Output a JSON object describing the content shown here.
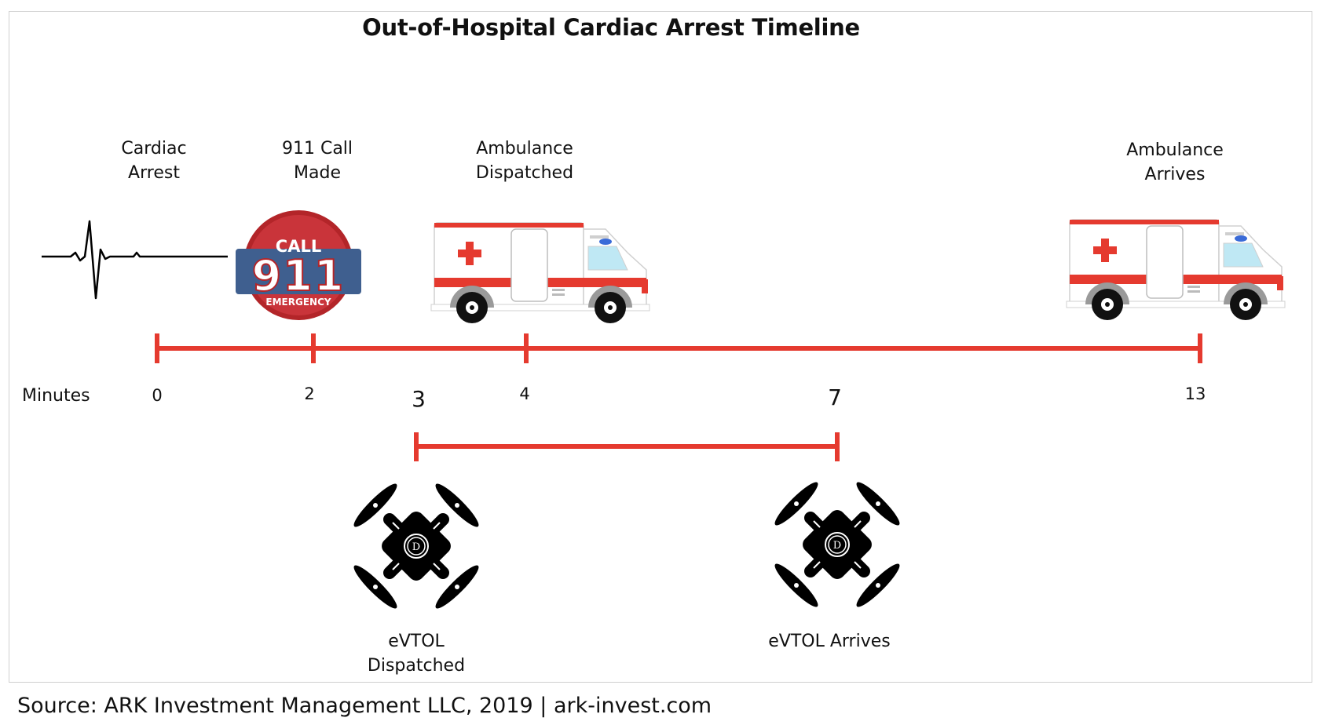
{
  "title": "Out-of-Hospital Cardiac Arrest Timeline",
  "axis_label": "Minutes",
  "events": [
    {
      "id": "cardiac-arrest",
      "line1": "Cardiac",
      "line2": "Arrest",
      "minute": "0",
      "icon": "ecg-heartbeat-icon"
    },
    {
      "id": "call-911",
      "line1": "911 Call",
      "line2": "Made",
      "minute": "2",
      "icon": "call-911-emergency-badge"
    },
    {
      "id": "ambulance-dispatched",
      "line1": "Ambulance",
      "line2": "Dispatched",
      "minute": "4",
      "icon": "ambulance-icon"
    },
    {
      "id": "ambulance-arrives",
      "line1": "Ambulance",
      "line2": "Arrives",
      "minute": "13",
      "icon": "ambulance-icon"
    }
  ],
  "evtol_events": [
    {
      "id": "evtol-dispatched",
      "line1": "eVTOL",
      "line2": "Dispatched",
      "minute": "3",
      "icon": "drone-icon"
    },
    {
      "id": "evtol-arrives",
      "line1": "eVTOL Arrives",
      "line2": "",
      "minute": "7",
      "icon": "drone-icon"
    }
  ],
  "badge": {
    "top": "CALL",
    "number": "911",
    "bottom": "EMERGENCY"
  },
  "drone_badge_letter": "D",
  "colors": {
    "timeline": "#e53a2f",
    "ambulance_stripe": "#e53a2f",
    "badge_red": "#c0282d",
    "badge_blue": "#3f5f8f"
  },
  "source": "Source: ARK Investment Management LLC, 2019 | ark-invest.com"
}
